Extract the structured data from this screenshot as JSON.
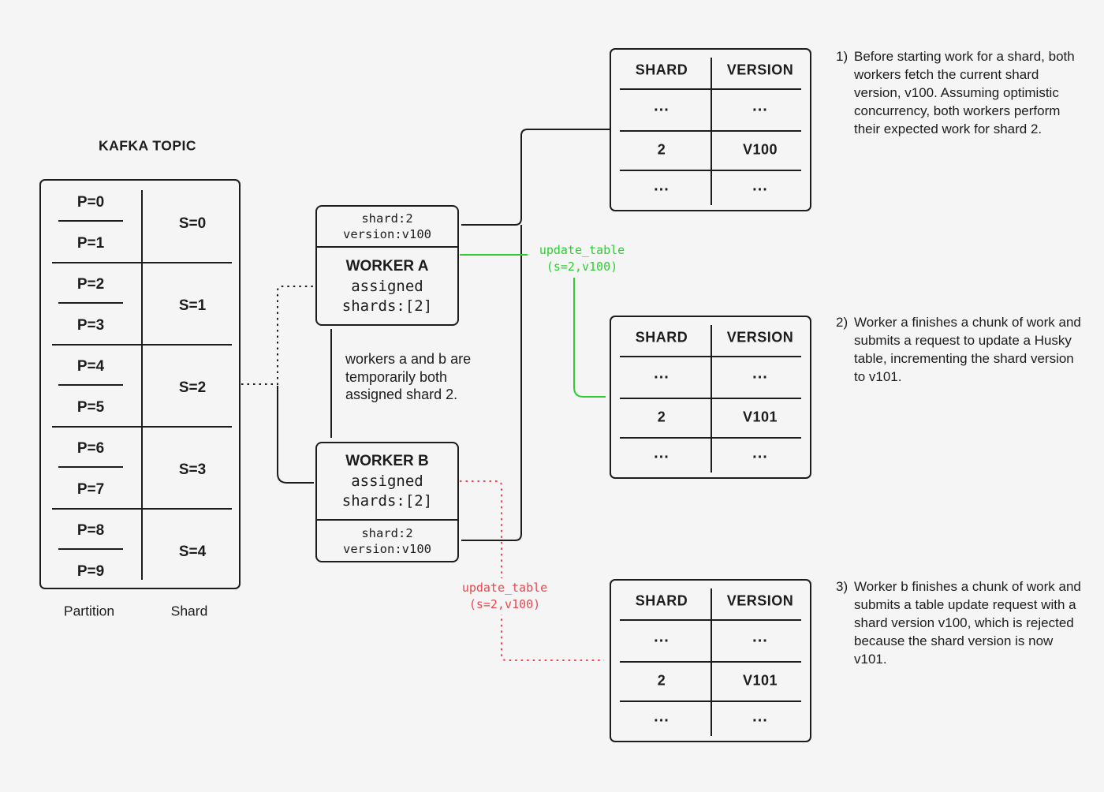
{
  "colors": {
    "bg": "#f5f5f6",
    "ink": "#1c1c1c",
    "green": "#2dcd32",
    "red": "#e8484b"
  },
  "kafka": {
    "title": "KAFKA TOPIC",
    "groups": [
      {
        "p1": "P=0",
        "p2": "P=1",
        "shard": "S=0"
      },
      {
        "p1": "P=2",
        "p2": "P=3",
        "shard": "S=1"
      },
      {
        "p1": "P=4",
        "p2": "P=5",
        "shard": "S=2"
      },
      {
        "p1": "P=6",
        "p2": "P=7",
        "shard": "S=3"
      },
      {
        "p1": "P=8",
        "p2": "P=9",
        "shard": "S=4"
      }
    ],
    "partition_label": "Partition",
    "shard_label": "Shard"
  },
  "worker_a": {
    "fetch_line1": "shard:2",
    "fetch_line2": "version:v100",
    "name": "WORKER A",
    "assigned_line1": "assigned",
    "assigned_line2": "shards:[2]"
  },
  "worker_b": {
    "name": "WORKER B",
    "assigned_line1": "assigned",
    "assigned_line2": "shards:[2]",
    "fetch_line1": "shard:2",
    "fetch_line2": "version:v100"
  },
  "both_assigned_note": "workers a and b are temporarily both assigned shard 2.",
  "green_call": {
    "line1": "update_table",
    "line2": "(s=2,v100)"
  },
  "red_call": {
    "line1": "update_table",
    "line2": "(s=2,v100)"
  },
  "tables": [
    {
      "headers": [
        "SHARD",
        "VERSION"
      ],
      "rows": [
        [
          "...",
          "..."
        ],
        [
          "2",
          "V100"
        ],
        [
          "...",
          "..."
        ]
      ]
    },
    {
      "headers": [
        "SHARD",
        "VERSION"
      ],
      "rows": [
        [
          "...",
          "..."
        ],
        [
          "2",
          "V101"
        ],
        [
          "...",
          "..."
        ]
      ]
    },
    {
      "headers": [
        "SHARD",
        "VERSION"
      ],
      "rows": [
        [
          "...",
          "..."
        ],
        [
          "2",
          "V101"
        ],
        [
          "...",
          "..."
        ]
      ]
    }
  ],
  "annotations": [
    {
      "num": "1)",
      "text": "Before starting work for a shard, both workers fetch the current shard version, v100. Assuming optimistic concurrency, both workers perform their expected work for shard 2."
    },
    {
      "num": "2)",
      "text": "Worker a finishes a chunk of work and submits a request to update a Husky table, incrementing the shard version to v101."
    },
    {
      "num": "3)",
      "text": "Worker b finishes a chunk of work and submits a table update request with a shard version v100, which is rejected because the shard version is now v101."
    }
  ]
}
